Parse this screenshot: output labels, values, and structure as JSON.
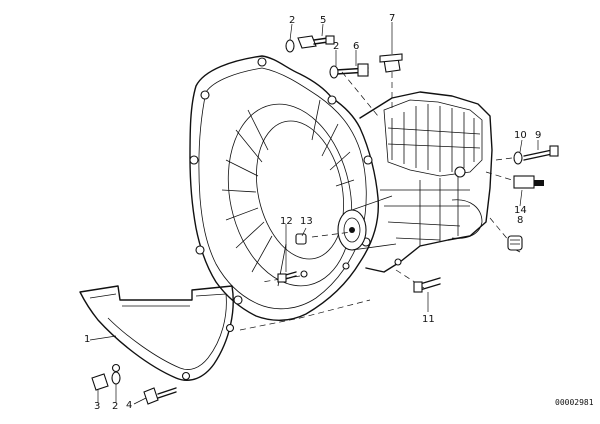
{
  "diagram": {
    "catalog_number": "00002981",
    "callouts": {
      "c1": "1",
      "c2_top": "2",
      "c2_mid": "2",
      "c2_bottom": "2",
      "c3_bottom": "3",
      "c4_bottom": "4",
      "c5_top": "5",
      "c6_top": "6",
      "c7_top": "7",
      "c8_right": "8",
      "c9_right": "9",
      "c10_right": "10",
      "c11_bottom": "11",
      "c12_mid": "12",
      "c13_mid": "13",
      "c14_right": "14"
    }
  }
}
